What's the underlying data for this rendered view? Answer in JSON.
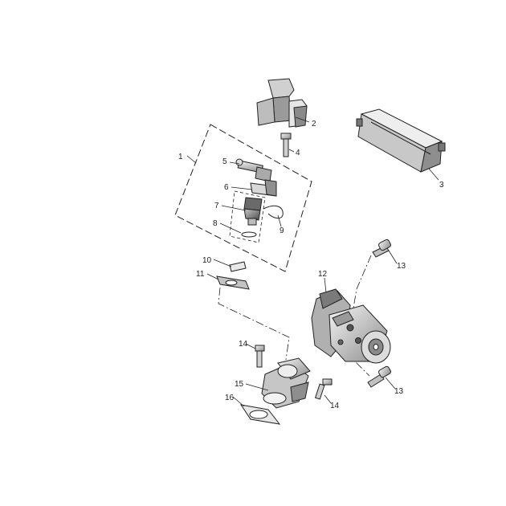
{
  "diagram": {
    "callouts": [
      {
        "id": "1",
        "label": "1"
      },
      {
        "id": "2",
        "label": "2"
      },
      {
        "id": "3",
        "label": "3"
      },
      {
        "id": "4",
        "label": "4"
      },
      {
        "id": "5",
        "label": "5"
      },
      {
        "id": "6",
        "label": "6"
      },
      {
        "id": "7",
        "label": "7"
      },
      {
        "id": "8",
        "label": "8"
      },
      {
        "id": "9",
        "label": "9"
      },
      {
        "id": "10",
        "label": "10"
      },
      {
        "id": "11",
        "label": "11"
      },
      {
        "id": "12",
        "label": "12"
      },
      {
        "id": "13a",
        "label": "13"
      },
      {
        "id": "13b",
        "label": "13"
      },
      {
        "id": "14a",
        "label": "14"
      },
      {
        "id": "14b",
        "label": "14"
      },
      {
        "id": "15",
        "label": "15"
      },
      {
        "id": "16",
        "label": "16"
      }
    ],
    "colors": {
      "line": "#222222",
      "shade_light": "#e0e0e0",
      "shade_mid": "#b8b8b8",
      "shade_dark": "#6e6e6e"
    }
  }
}
